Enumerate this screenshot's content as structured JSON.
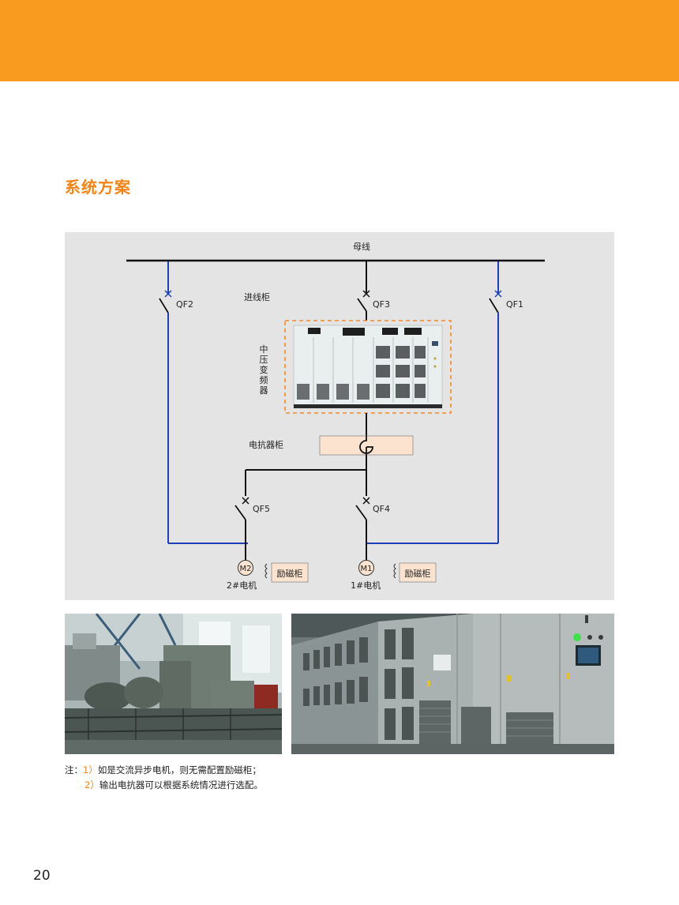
{
  "header": {
    "band_color": "#f89b1e"
  },
  "section": {
    "title": "系统方案"
  },
  "diagram": {
    "bus_label": "母线",
    "incoming_cabinet": "进线柜",
    "vfd_label": "中压变频器",
    "reactor_label": "电抗器柜",
    "breakers": {
      "qf1": "QF1",
      "qf2": "QF2",
      "qf3": "QF3",
      "qf4": "QF4",
      "qf5": "QF5"
    },
    "motors": {
      "m1": {
        "symbol": "M1",
        "label": "1#电机",
        "exciter": "励磁柜"
      },
      "m2": {
        "symbol": "M2",
        "label": "2#电机",
        "exciter": "励磁柜"
      }
    },
    "colors": {
      "bypass_line": "#1d3fb8",
      "vfd_border": "#f08a2a",
      "reactor_fill": "#fbe3cf"
    }
  },
  "photos": {
    "left_icon": "motor-room-photo",
    "right_icon": "vfd-cabinet-photo"
  },
  "notes": {
    "prefix": "注：",
    "items": [
      {
        "num": "1）",
        "text": "如是交流异步电机，则无需配置励磁柜；"
      },
      {
        "num": "2）",
        "text": "输出电抗器可以根据系统情况进行选配。"
      }
    ]
  },
  "page": {
    "number": "20"
  }
}
